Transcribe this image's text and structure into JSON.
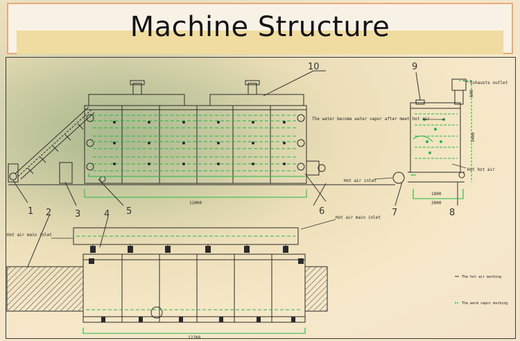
{
  "title": "Machine Structure",
  "side_view": {
    "callouts": [
      "1",
      "2",
      "3",
      "4",
      "5",
      "6",
      "7",
      "8",
      "9",
      "10"
    ],
    "dim_length": "12000"
  },
  "end_view": {
    "labels": {
      "exhaust": "Exhausts outlet",
      "vapor": "The water become water vapor after meet hot air",
      "hot_air": "Hot hot air",
      "inlet": "Hot air inlet"
    },
    "dims": {
      "d1": "1800",
      "d2": "2000",
      "height": "3400",
      "top": "600"
    }
  },
  "plan_view": {
    "labels": {
      "main_inlet_left": "Hot air main inlet",
      "main_inlet_right": "Hot air main inlet"
    },
    "dim_length": "12700"
  },
  "legend": {
    "hot_air": "The hot air marking",
    "vapor": "The warm vapor marking"
  },
  "colors": {
    "line": "#2a2a2a",
    "green": "#1fb844",
    "callout": "#333333"
  }
}
